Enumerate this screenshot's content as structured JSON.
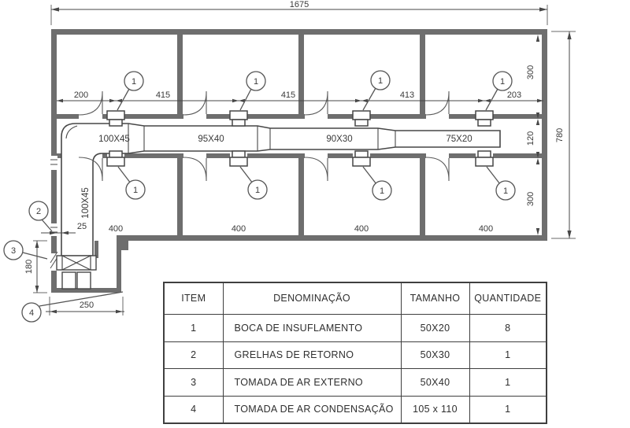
{
  "drawing": {
    "callout_labels": {
      "c1": "1",
      "c2": "2",
      "c3": "3",
      "c4": "4"
    },
    "dimensions": {
      "total_width": "1675",
      "total_height": "780",
      "top_chain": [
        "200",
        "415",
        "415",
        "413",
        "203"
      ],
      "right_chain": [
        "300",
        "120",
        "300"
      ],
      "room_widths": [
        "400",
        "400",
        "400",
        "400"
      ],
      "duct_wall_gap": "25",
      "plenum_height": "180",
      "plenum_width": "250"
    },
    "duct_labels": {
      "riser": "100X45",
      "sections": [
        "100X45",
        "95X40",
        "90X30",
        "75X20"
      ]
    }
  },
  "table": {
    "headers": [
      "ITEM",
      "DENOMINAÇÃO",
      "TAMANHO",
      "QUANTIDADE"
    ],
    "rows": [
      {
        "item": "1",
        "denominacao": "BOCA DE INSUFLAMENTO",
        "tamanho": "50X20",
        "quantidade": "8"
      },
      {
        "item": "2",
        "denominacao": "GRELHAS DE RETORNO",
        "tamanho": "50X30",
        "quantidade": "1"
      },
      {
        "item": "3",
        "denominacao": "TOMADA DE AR EXTERNO",
        "tamanho": "50X40",
        "quantidade": "1"
      },
      {
        "item": "4",
        "denominacao": "TOMADA DE AR CONDENSAÇÃO",
        "tamanho": "105 x 110",
        "quantidade": "1"
      }
    ]
  },
  "colors": {
    "wall": "#6e6e6e",
    "line": "#474747",
    "text": "#3a3a3a",
    "background": "#ffffff"
  }
}
